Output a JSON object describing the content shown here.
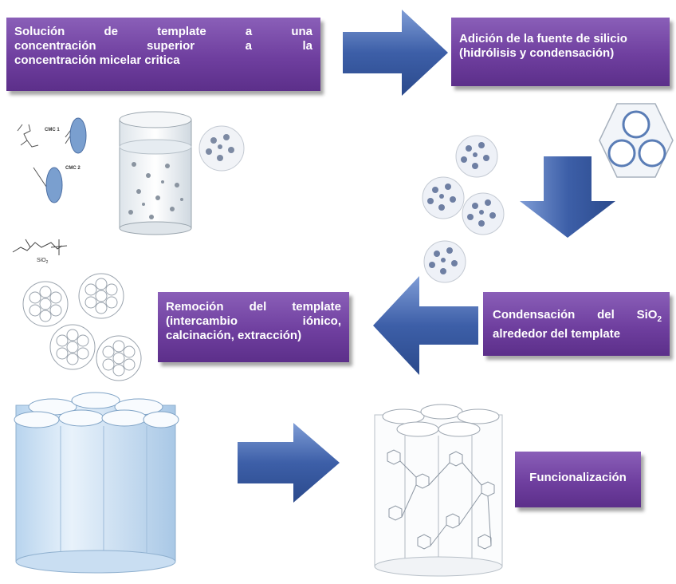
{
  "steps": {
    "step1": {
      "lines": [
        "Solución de template a una",
        "concentración superior a la",
        "concentración micelar critica"
      ]
    },
    "step2": {
      "lines": [
        "Adición de la fuente de silicio",
        "(hidrólisis y condensación)"
      ]
    },
    "step3": {
      "line1_prefix": "Condensación del SiO",
      "line1_sub": "2",
      "line2": "alrededor del template"
    },
    "step4": {
      "lines": [
        "Remoción del template",
        "(intercambio iónico,",
        "calcinación, extracción)"
      ]
    },
    "step5": {
      "label": "Funcionalización"
    }
  },
  "figure_labels": {
    "cmc1": "CMC 1",
    "cmc2": "CMC 2",
    "sio2_prefix": "SiO",
    "sio2_sub": "2"
  },
  "colors": {
    "box_purple": "#6f3f9f",
    "arrow_blue": "#3d5fa8",
    "arrow_light": "#7f9dd6",
    "cylinder_blue": "#cfe3f5"
  }
}
